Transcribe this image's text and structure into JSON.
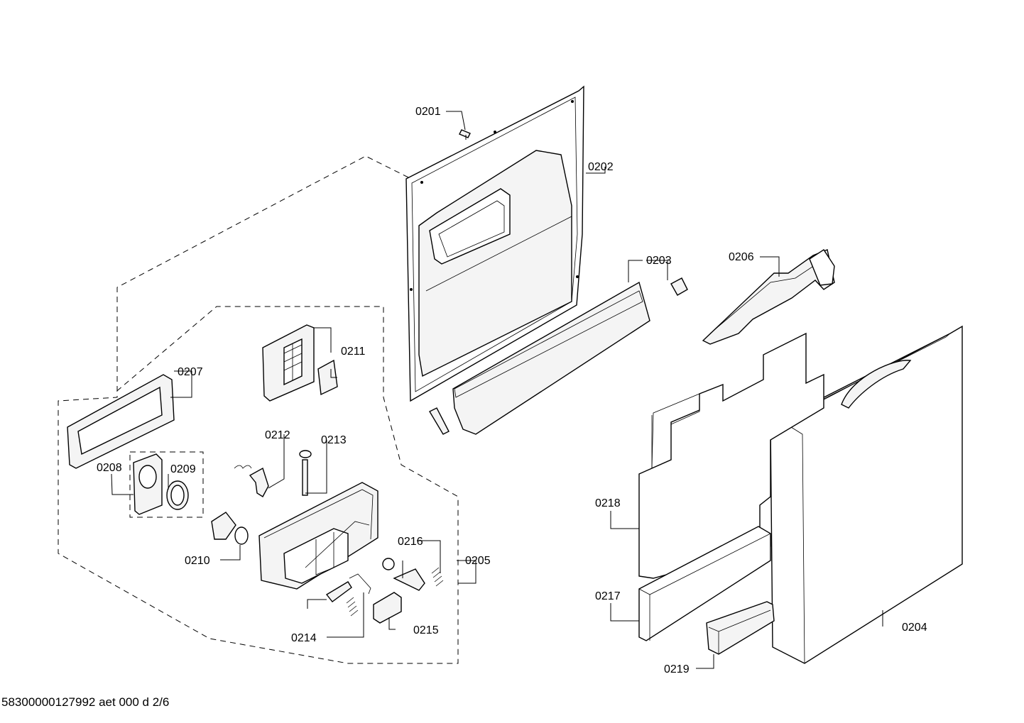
{
  "document_id": "58300000127992 aet 000 d 2/6",
  "callouts": {
    "p0201": "0201",
    "p0202": "0202",
    "p0203": "0203",
    "p0204": "0204",
    "p0205": "0205",
    "p0206": "0206",
    "p0207": "0207",
    "p0208": "0208",
    "p0209": "0209",
    "p0210": "0210",
    "p0211": "0211",
    "p0212": "0212",
    "p0213": "0213",
    "p0214": "0214",
    "p0215": "0215",
    "p0216": "0216",
    "p0217": "0217",
    "p0218": "0218",
    "p0219": "0219"
  }
}
